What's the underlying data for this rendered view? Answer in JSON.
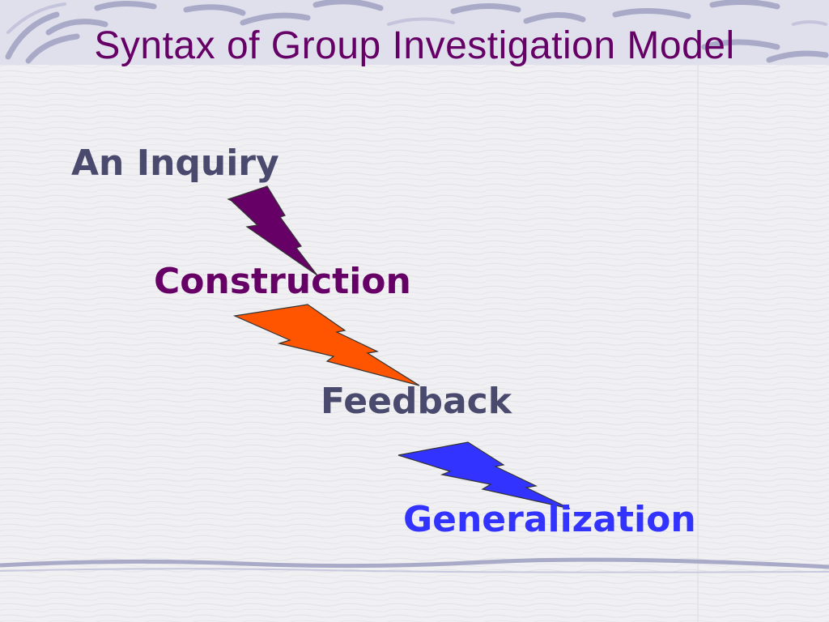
{
  "slide": {
    "title": "Syntax of Group Investigation Model",
    "steps": [
      {
        "label": "An Inquiry",
        "color": "#4a4a6e"
      },
      {
        "label": "Construction",
        "color": "#660066"
      },
      {
        "label": "Feedback",
        "color": "#4a4a6e"
      },
      {
        "label": "Generalization",
        "color": "#3333ff"
      }
    ],
    "arrows": [
      {
        "name": "inquiry-to-construction",
        "fill": "#660066"
      },
      {
        "name": "construction-to-feedback",
        "fill": "#ff5500"
      },
      {
        "name": "feedback-to-generalization",
        "fill": "#3333ff"
      }
    ]
  }
}
